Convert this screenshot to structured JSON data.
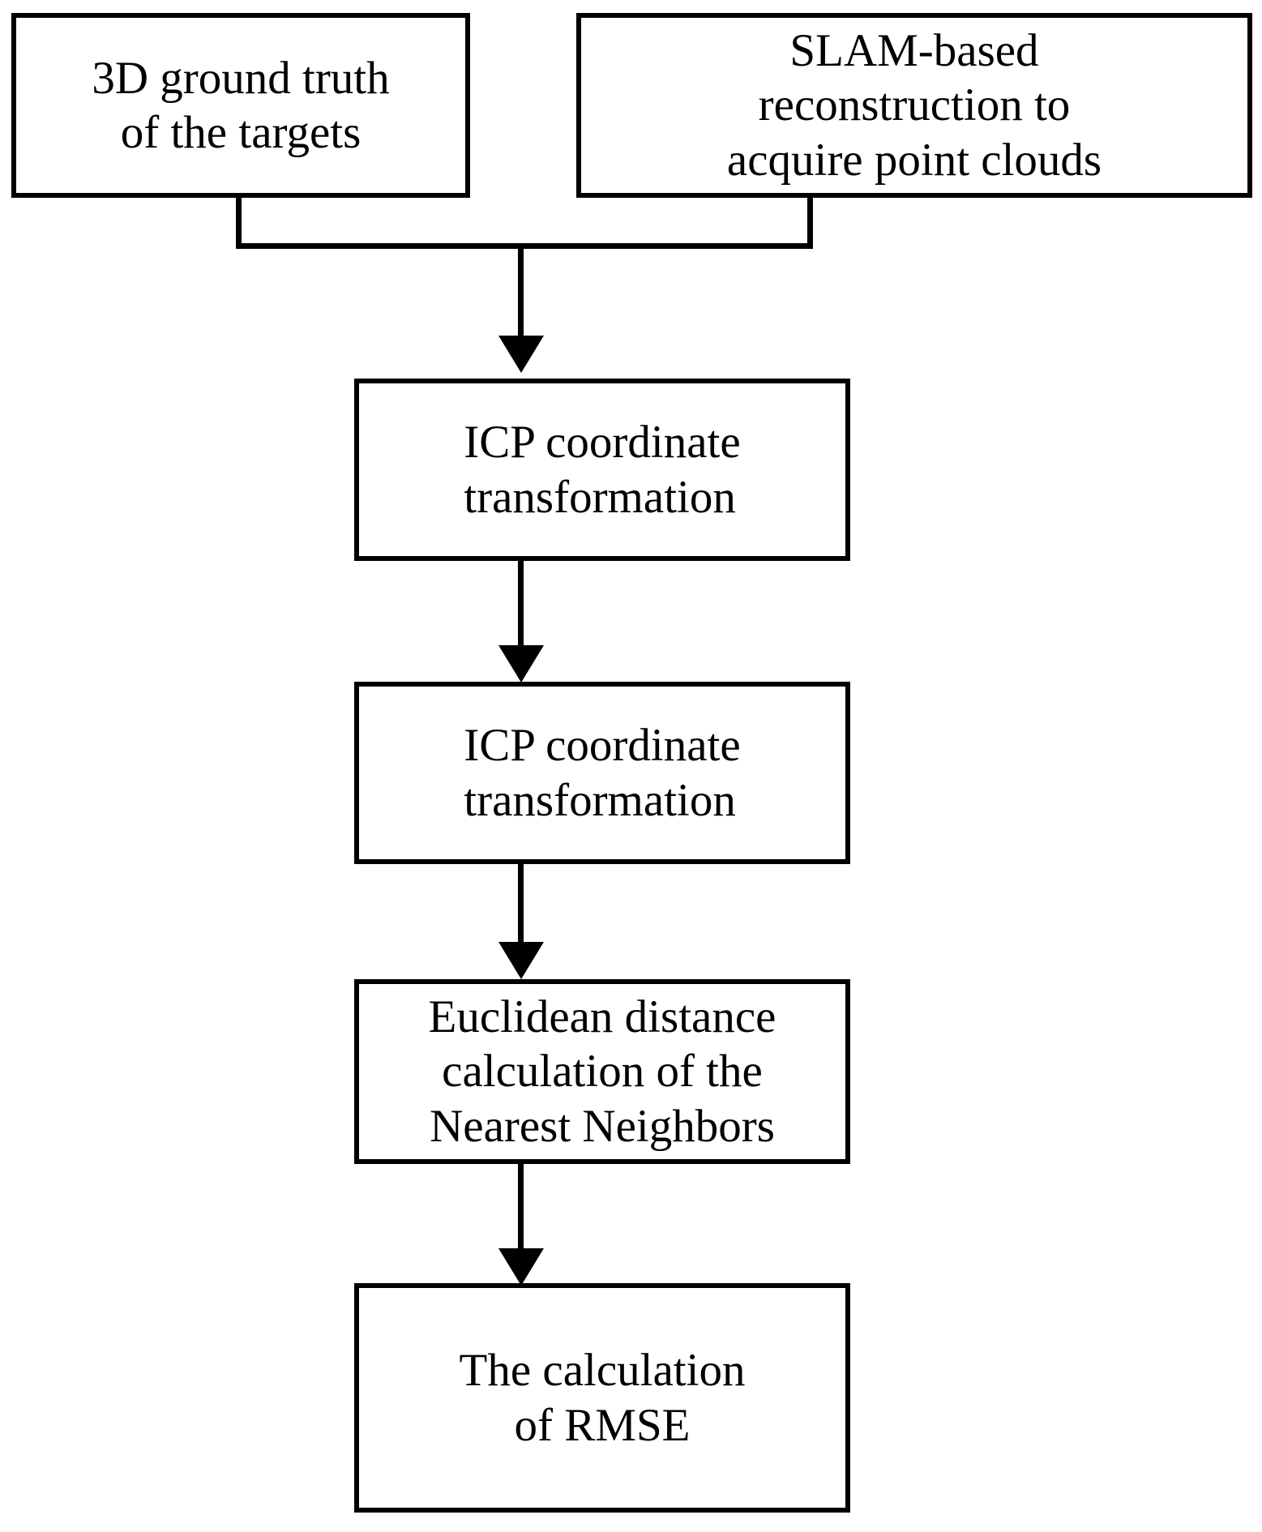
{
  "diagram": {
    "title": "Evaluation pipeline flowchart",
    "type": "flowchart",
    "background_color": "#ffffff",
    "line_color": "#000000",
    "nodes": [
      {
        "id": "ground-truth",
        "label": "3D ground truth\nof the targets",
        "shape": "rectangle"
      },
      {
        "id": "slam",
        "label": "SLAM-based\nreconstruction to\nacquire point clouds",
        "shape": "rectangle"
      },
      {
        "id": "icp-1",
        "label": "ICP coordinate\ntransformation",
        "shape": "rectangle"
      },
      {
        "id": "icp-2",
        "label": "ICP coordinate\ntransformation",
        "shape": "rectangle"
      },
      {
        "id": "euclidean",
        "label": "Euclidean distance\ncalculation of the\nNearest Neighbors",
        "shape": "rectangle"
      },
      {
        "id": "rmse",
        "label": "The calculation\nof RMSE",
        "shape": "rectangle"
      }
    ],
    "edges": [
      {
        "id": "edge-merge",
        "from": "ground-truth",
        "to": "icp-1",
        "style": "elbow-merge",
        "arrow": "solid-triangle"
      },
      {
        "id": "edge-merge-2",
        "from": "slam",
        "to": "icp-1",
        "style": "elbow-merge",
        "arrow": "solid-triangle"
      },
      {
        "id": "edge-icp1-icp2",
        "from": "icp-1",
        "to": "icp-2",
        "style": "straight",
        "arrow": "solid-triangle"
      },
      {
        "id": "edge-icp2-eucl",
        "from": "icp-2",
        "to": "euclidean",
        "style": "straight",
        "arrow": "solid-triangle"
      },
      {
        "id": "edge-eucl-rmse",
        "from": "euclidean",
        "to": "rmse",
        "style": "straight",
        "arrow": "solid-triangle"
      }
    ]
  }
}
